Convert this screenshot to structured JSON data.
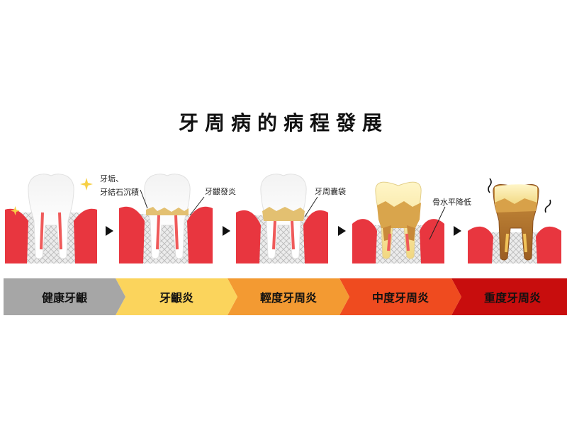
{
  "title": "牙周病的病程發展",
  "annotations": {
    "plaque_line1": "牙垢、",
    "plaque_line2": "牙結石沉積",
    "gum_inflammation": "牙齦發炎",
    "periodontal_pocket": "牙周囊袋",
    "bone_level_drop": "骨水平降低"
  },
  "stages": [
    {
      "label": "健康牙齦",
      "color": "#a6a6a6",
      "text_color": "#111111"
    },
    {
      "label": "牙齦炎",
      "color": "#fbd45c",
      "text_color": "#111111"
    },
    {
      "label": "輕度牙周炎",
      "color": "#f39a32",
      "text_color": "#111111"
    },
    {
      "label": "中度牙周炎",
      "color": "#ef4b1f",
      "text_color": "#111111"
    },
    {
      "label": "重度牙周炎",
      "color": "#c80d0d",
      "text_color": "#111111"
    }
  ]
}
